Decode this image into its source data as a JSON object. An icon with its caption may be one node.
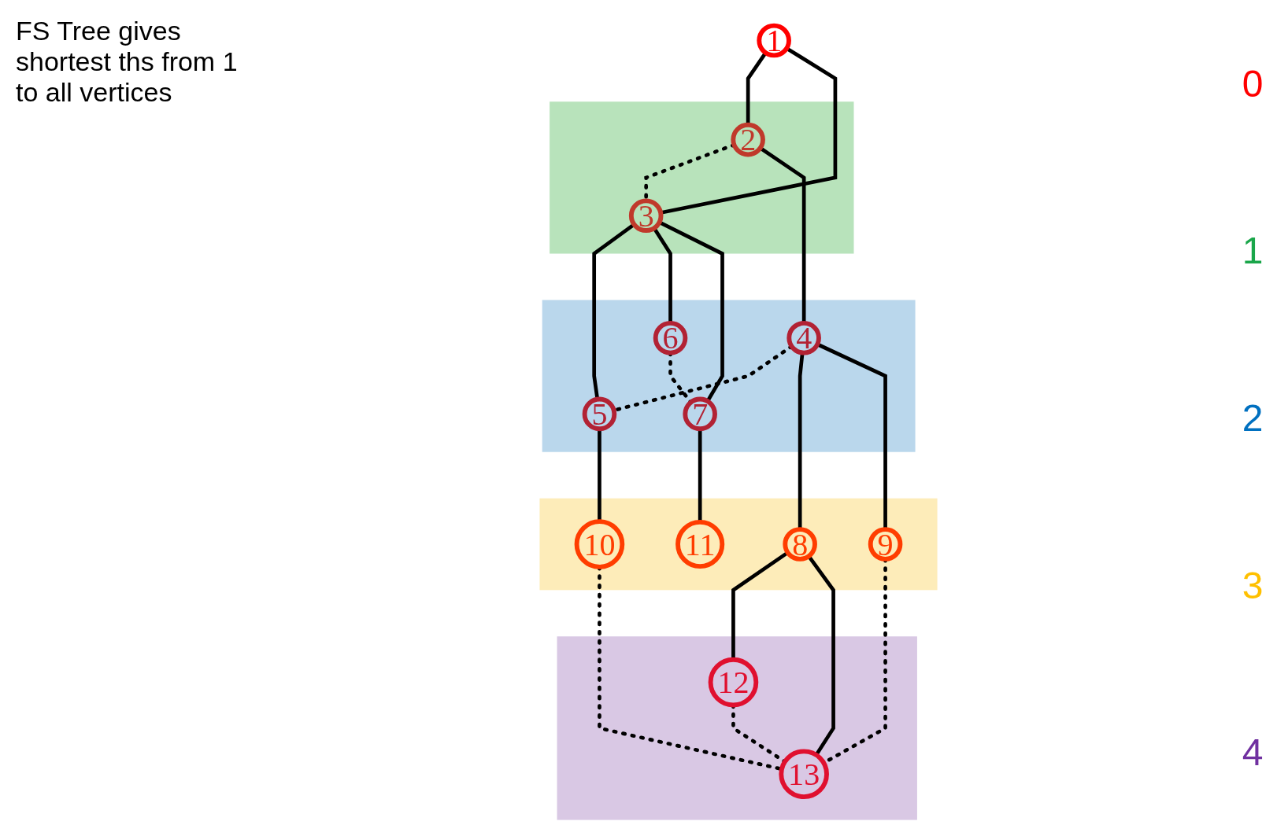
{
  "diagram": {
    "nodes": [
      {
        "text": [
          "1"
        ]
      },
      {
        "text": [],
        "shape": "band"
      },
      {
        "text": [
          "2"
        ],
        "in": 1
      },
      {
        "text": [
          "3"
        ],
        "in": 1
      },
      {
        "text": [],
        "shape": "band"
      },
      {
        "text": [
          "4"
        ],
        "in": 4
      },
      {
        "text": [
          "5"
        ],
        "in": 4
      },
      {
        "text": [
          "6"
        ],
        "in": 4
      },
      {
        "text": [
          "7"
        ],
        "in": 4
      },
      {
        "text": [],
        "shape": "band"
      },
      {
        "text": [
          "8"
        ],
        "in": 9
      },
      {
        "text": [
          "9"
        ],
        "in": 9
      },
      {
        "text": [
          "10"
        ],
        "in": 9
      },
      {
        "text": [
          "11"
        ],
        "in": 9
      },
      {
        "text": [],
        "shape": "band"
      },
      {
        "text": [
          "12"
        ],
        "in": 14
      },
      {
        "text": [
          "13"
        ],
        "in": 14
      }
    ],
    "edges": [
      {
        "from": 0,
        "to": 2,
        "arrow": "none"
      },
      {
        "from": 0,
        "to": 3,
        "arrow": "none"
      },
      {
        "from": 2,
        "to": 3,
        "arrow": "none",
        "style": "dashed"
      },
      {
        "from": 2,
        "to": 5,
        "arrow": "none"
      },
      {
        "from": 3,
        "to": 6,
        "arrow": "none"
      },
      {
        "from": 3,
        "to": 7,
        "arrow": "none"
      },
      {
        "from": 3,
        "to": 8,
        "arrow": "none"
      },
      {
        "from": 5,
        "to": 6,
        "arrow": "none",
        "style": "dashed"
      },
      {
        "from": 7,
        "to": 8,
        "arrow": "none",
        "style": "dashed"
      },
      {
        "from": 5,
        "to": 10,
        "arrow": "none"
      },
      {
        "from": 5,
        "to": 11,
        "arrow": "none"
      },
      {
        "from": 6,
        "to": 12,
        "arrow": "none"
      },
      {
        "from": 8,
        "to": 13,
        "arrow": "none"
      },
      {
        "from": 10,
        "to": 15,
        "arrow": "none"
      },
      {
        "from": 10,
        "to": 16,
        "arrow": "none"
      },
      {
        "from": 11,
        "to": 16,
        "arrow": "none",
        "style": "dashed"
      },
      {
        "from": 12,
        "to": 16,
        "arrow": "none",
        "style": "dashed"
      },
      {
        "from": 15,
        "to": 16,
        "arrow": "none",
        "style": "dashed"
      }
    ],
    "labels": [
      "FS Tree gives shortest ths from 1 to all vertices",
      "0",
      "1",
      "2",
      "3",
      "4"
    ]
  }
}
